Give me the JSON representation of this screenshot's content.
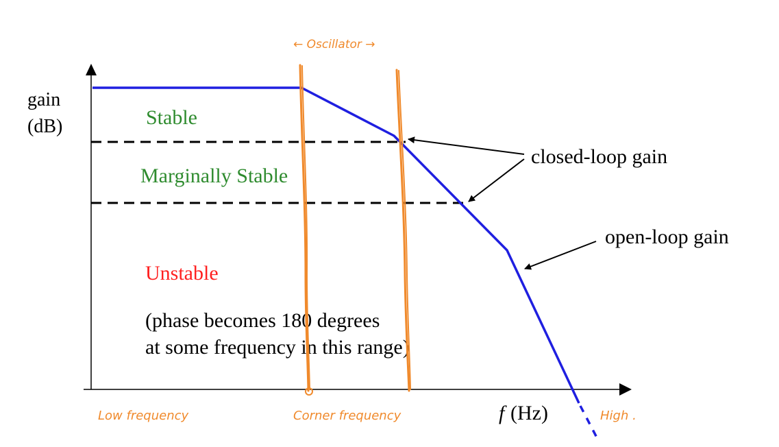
{
  "axes": {
    "y_label_line1": "gain",
    "y_label_line2": "(dB)",
    "x_label_italic": "f",
    "x_label_units": "(Hz)"
  },
  "regions": {
    "stable": "Stable",
    "marginally_stable": "Marginally Stable",
    "unstable": "Unstable",
    "unstable_note_line1": "(phase becomes 180 degrees",
    "unstable_note_line2": "at some frequency in this range)"
  },
  "callouts": {
    "closed_loop_gain": "closed-loop gain",
    "open_loop_gain": "open-loop gain"
  },
  "handwritten": {
    "oscillator": "← Oscillator →",
    "low_frequency": "Low frequency",
    "corner_frequency": "Corner frequency",
    "high": "High ."
  },
  "colors": {
    "open_loop_curve": "#1f1fe0",
    "stable_text": "#2e8b2e",
    "marginally_stable_text": "#2e8b2e",
    "unstable_text": "#ff2020",
    "handwriting": "#f08a2c",
    "axes": "#000000",
    "closed_loop_lines": "#000000"
  }
}
